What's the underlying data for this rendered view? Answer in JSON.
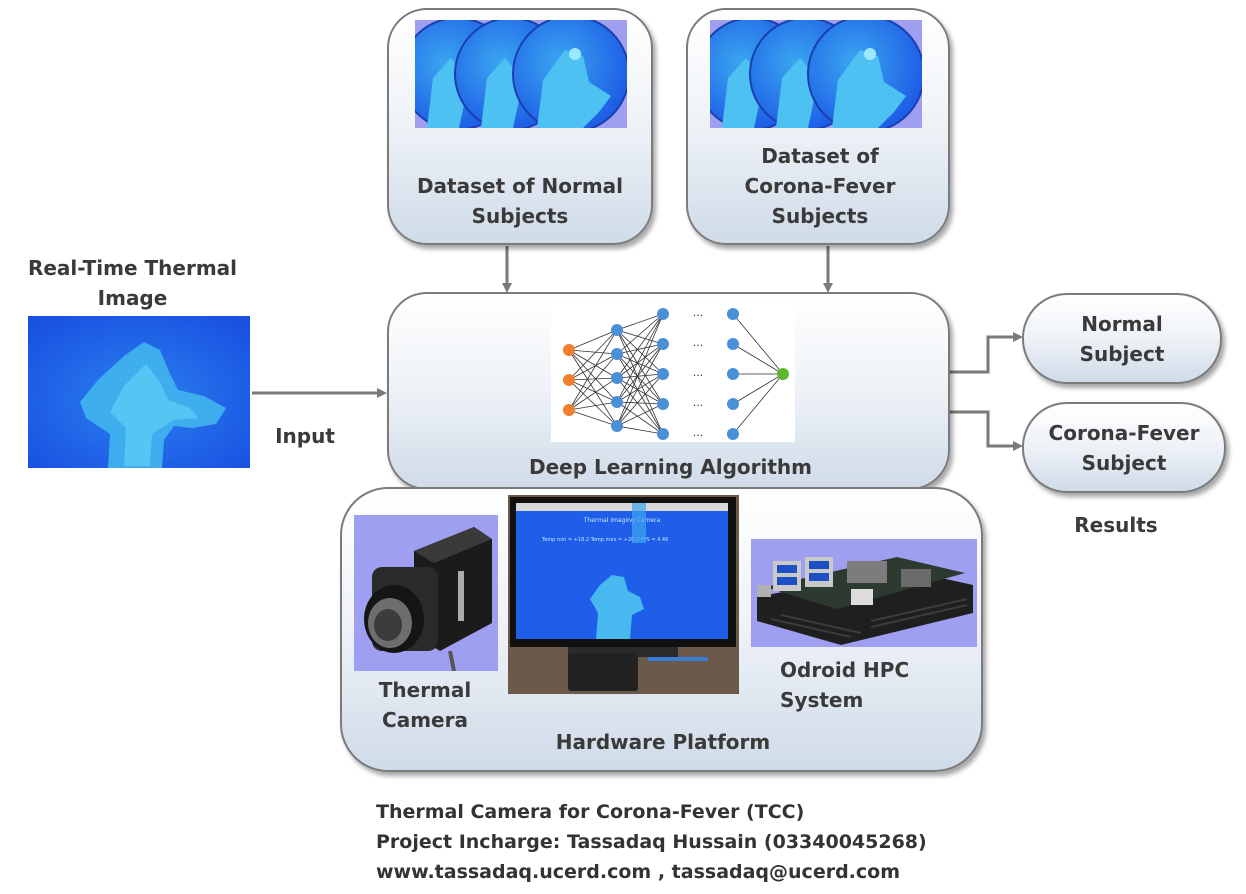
{
  "input_section": {
    "title": "Real-Time Thermal Image",
    "arrow_label": "Input"
  },
  "datasets": [
    {
      "label": "Dataset of Normal Subjects"
    },
    {
      "label": "Dataset of Corona-Fever Subjects"
    }
  ],
  "algorithm": {
    "label": "Deep Learning Algorithm",
    "ellipsis": "..."
  },
  "results": {
    "title": "Results",
    "outputs": [
      {
        "label": "Normal Subject"
      },
      {
        "label": "Corona-Fever Subject"
      }
    ]
  },
  "hardware": {
    "label": "Hardware Platform",
    "camera_label": "Thermal Camera",
    "hpc_label": "Odroid HPC System",
    "screen_title": "Thermal Imaging Camera",
    "screen_readout": "Temp min = +18.2 Temp max = +28.2 FPS = 4.46"
  },
  "footer": {
    "project_title": "Thermal Camera for Corona-Fever (TCC)",
    "incharge": "Project Incharge: Tassadaq Hussain (03340045268)",
    "contact": "www.tassadaq.ucerd.com , tassadaq@ucerd.com"
  },
  "colors": {
    "thermal_blue": "#1f5ee8",
    "thermal_cyan": "#52c9f2",
    "dataset_bg": "#9f9ff2",
    "nn_input": "#f07f2e",
    "nn_hidden": "#4a90d9",
    "nn_output": "#5cb82e",
    "arrow": "#7a7a7a"
  }
}
